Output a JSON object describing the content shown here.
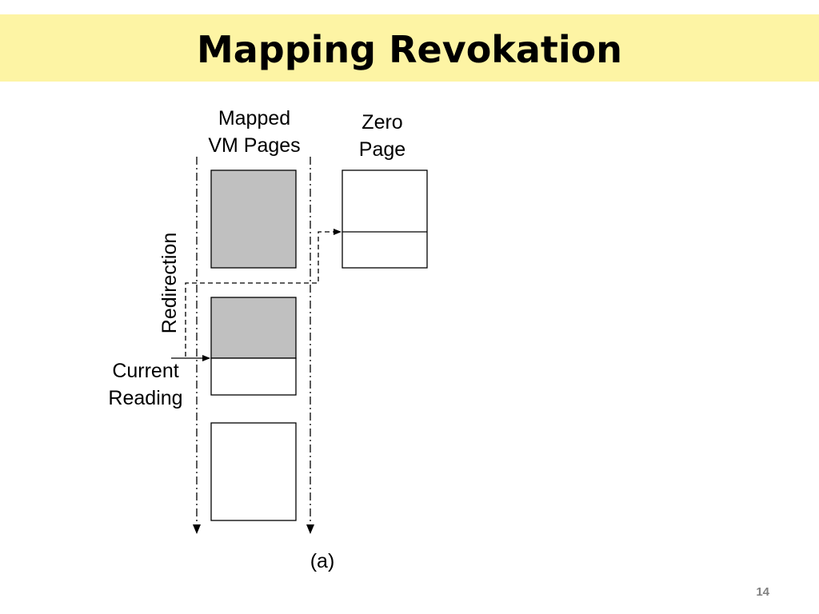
{
  "title": "Mapping Revokation",
  "slide_number": "14",
  "diagram": {
    "mapped_label": [
      "Mapped",
      "VM Pages"
    ],
    "zero_label": [
      "Zero",
      "Page"
    ],
    "redirection_label": "Redirection",
    "current_reading_label": [
      "Current",
      "Reading"
    ],
    "caption": "(a)",
    "page_fill": "#c0c0c0",
    "line_color": "#000000"
  }
}
